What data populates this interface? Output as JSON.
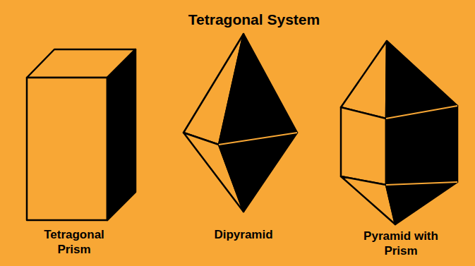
{
  "diagram": {
    "title": "Tetragonal System",
    "labels": [
      "Tetragonal Prism",
      "Dipyramid",
      "Pyramid with Prism"
    ]
  }
}
